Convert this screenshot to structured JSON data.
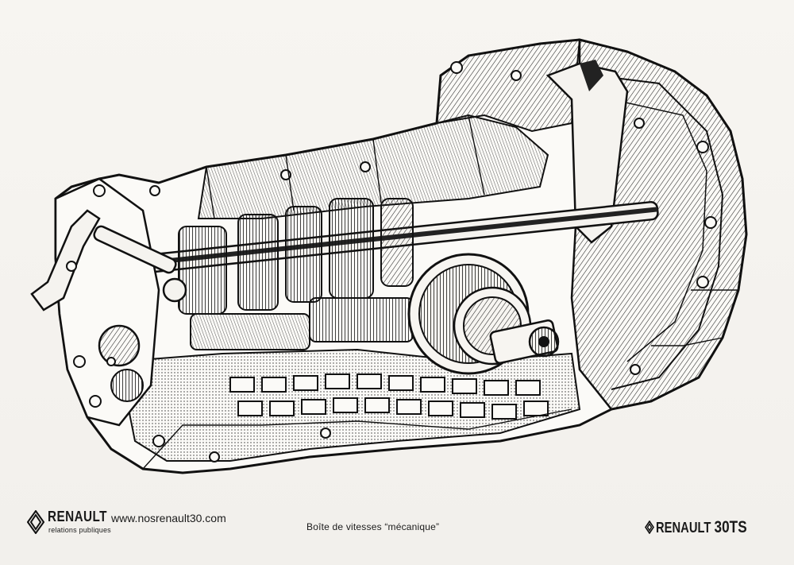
{
  "footer": {
    "brand": "RENAULT",
    "brand_subtitle": "relations publiques",
    "website": "www.nosrenault30.com",
    "caption": "Boîte de vitesses “mécanique”",
    "model_brand": "RENAULT",
    "model_name": "30TS"
  },
  "illustration": {
    "icon": "gearbox-cutaway-drawing"
  }
}
